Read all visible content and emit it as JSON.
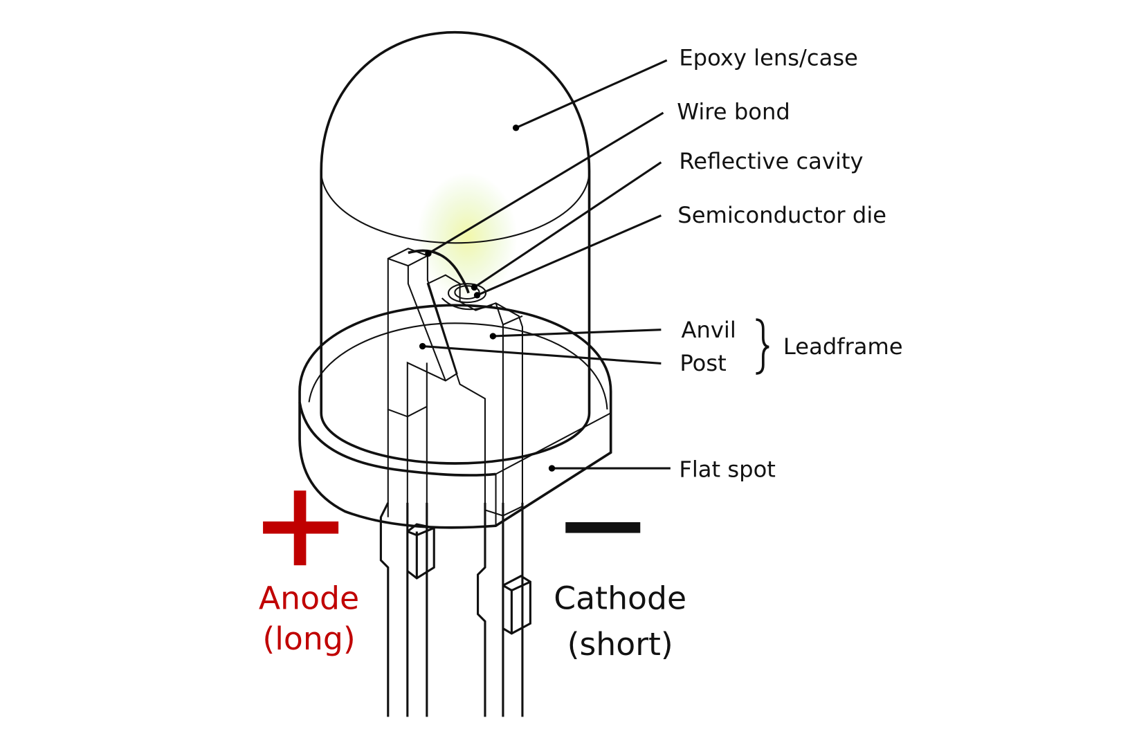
{
  "title": "LED anatomy",
  "labels": {
    "epoxy": "Epoxy lens/case",
    "wire_bond": "Wire bond",
    "reflective_cavity": "Reflective cavity",
    "semiconductor_die": "Semiconductor die",
    "anvil": "Anvil",
    "post": "Post",
    "leadframe": "Leadframe",
    "flat_spot": "Flat spot"
  },
  "terminals": {
    "anode_symbol": "+",
    "anode_name": "Anode",
    "anode_note": "(long)",
    "cathode_symbol": "−",
    "cathode_name": "Cathode",
    "cathode_note": "(short)"
  },
  "colors": {
    "epoxy_fill": "#d2f0b0",
    "anode": "#c00000",
    "cathode": "#111111",
    "die": "#e8e84a"
  }
}
